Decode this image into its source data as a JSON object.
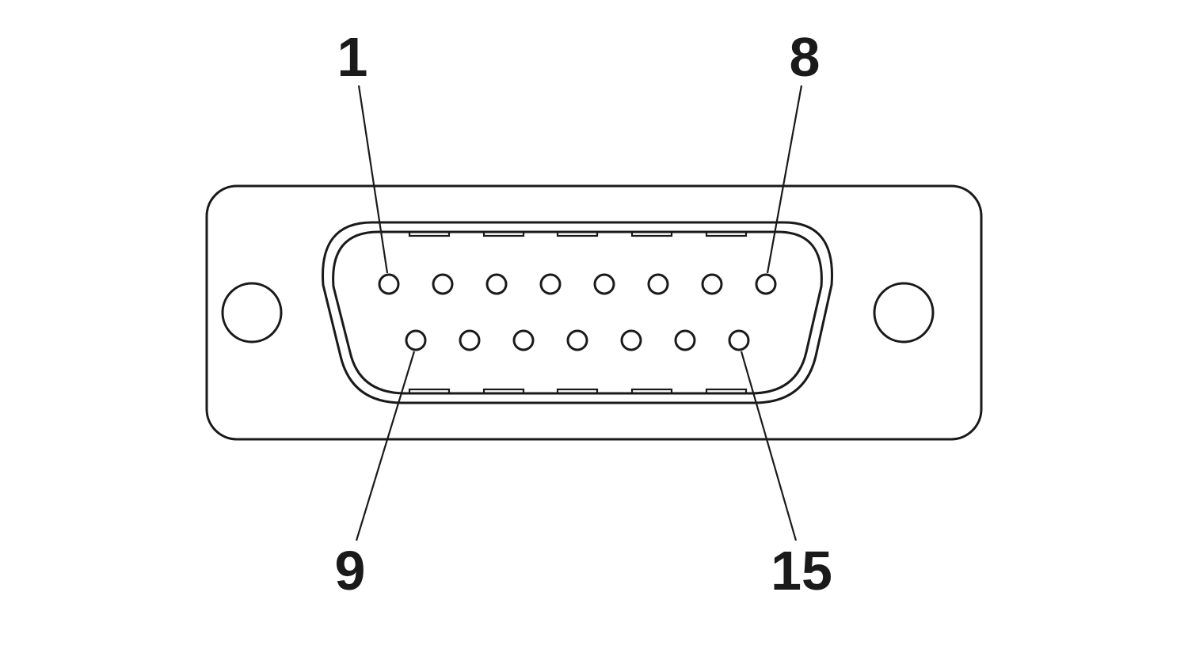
{
  "connector": {
    "pins_top_row": 8,
    "pins_bottom_row": 7
  },
  "labels": {
    "pin_1": "1",
    "pin_8": "8",
    "pin_9": "9",
    "pin_15": "15"
  },
  "colors": {
    "line": "#1a1a1a",
    "background": "#ffffff"
  }
}
